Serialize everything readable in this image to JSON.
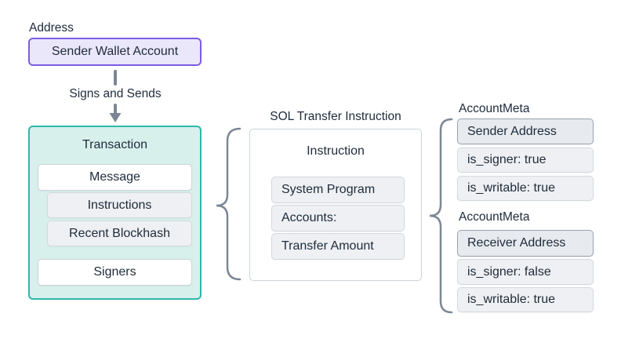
{
  "colors": {
    "text": "#1e2b3b",
    "muted": "#7b8795",
    "purple-border": "#7b5ce5",
    "purple-fill": "#ebe7fb",
    "teal-border": "#2eb8ac",
    "teal-fill": "#d7f0ec",
    "white-border": "#ccd3d9",
    "grey-fill": "#eef0f3",
    "grey-border": "#d3d8dd",
    "meta-fill": "#e7eaef",
    "meta-border": "#98a3ae"
  },
  "address_group": {
    "label": "Address",
    "box": "Sender Wallet Account"
  },
  "arrow": {
    "label": "Signs and Sends"
  },
  "transaction": {
    "title": "Transaction",
    "items": [
      "Message",
      "Instructions",
      "Recent Blockhash",
      "Signers"
    ]
  },
  "instruction": {
    "label": "SOL Transfer Instruction",
    "title": "Instruction",
    "items": [
      "System Program",
      "Accounts:",
      "Transfer Amount"
    ]
  },
  "account_metas": [
    {
      "label": "AccountMeta",
      "header": "Sender Address",
      "fields": [
        "is_signer: true",
        "is_writable: true"
      ]
    },
    {
      "label": "AccountMeta",
      "header": "Receiver Address",
      "fields": [
        "is_signer: false",
        "is_writable: true"
      ]
    }
  ]
}
